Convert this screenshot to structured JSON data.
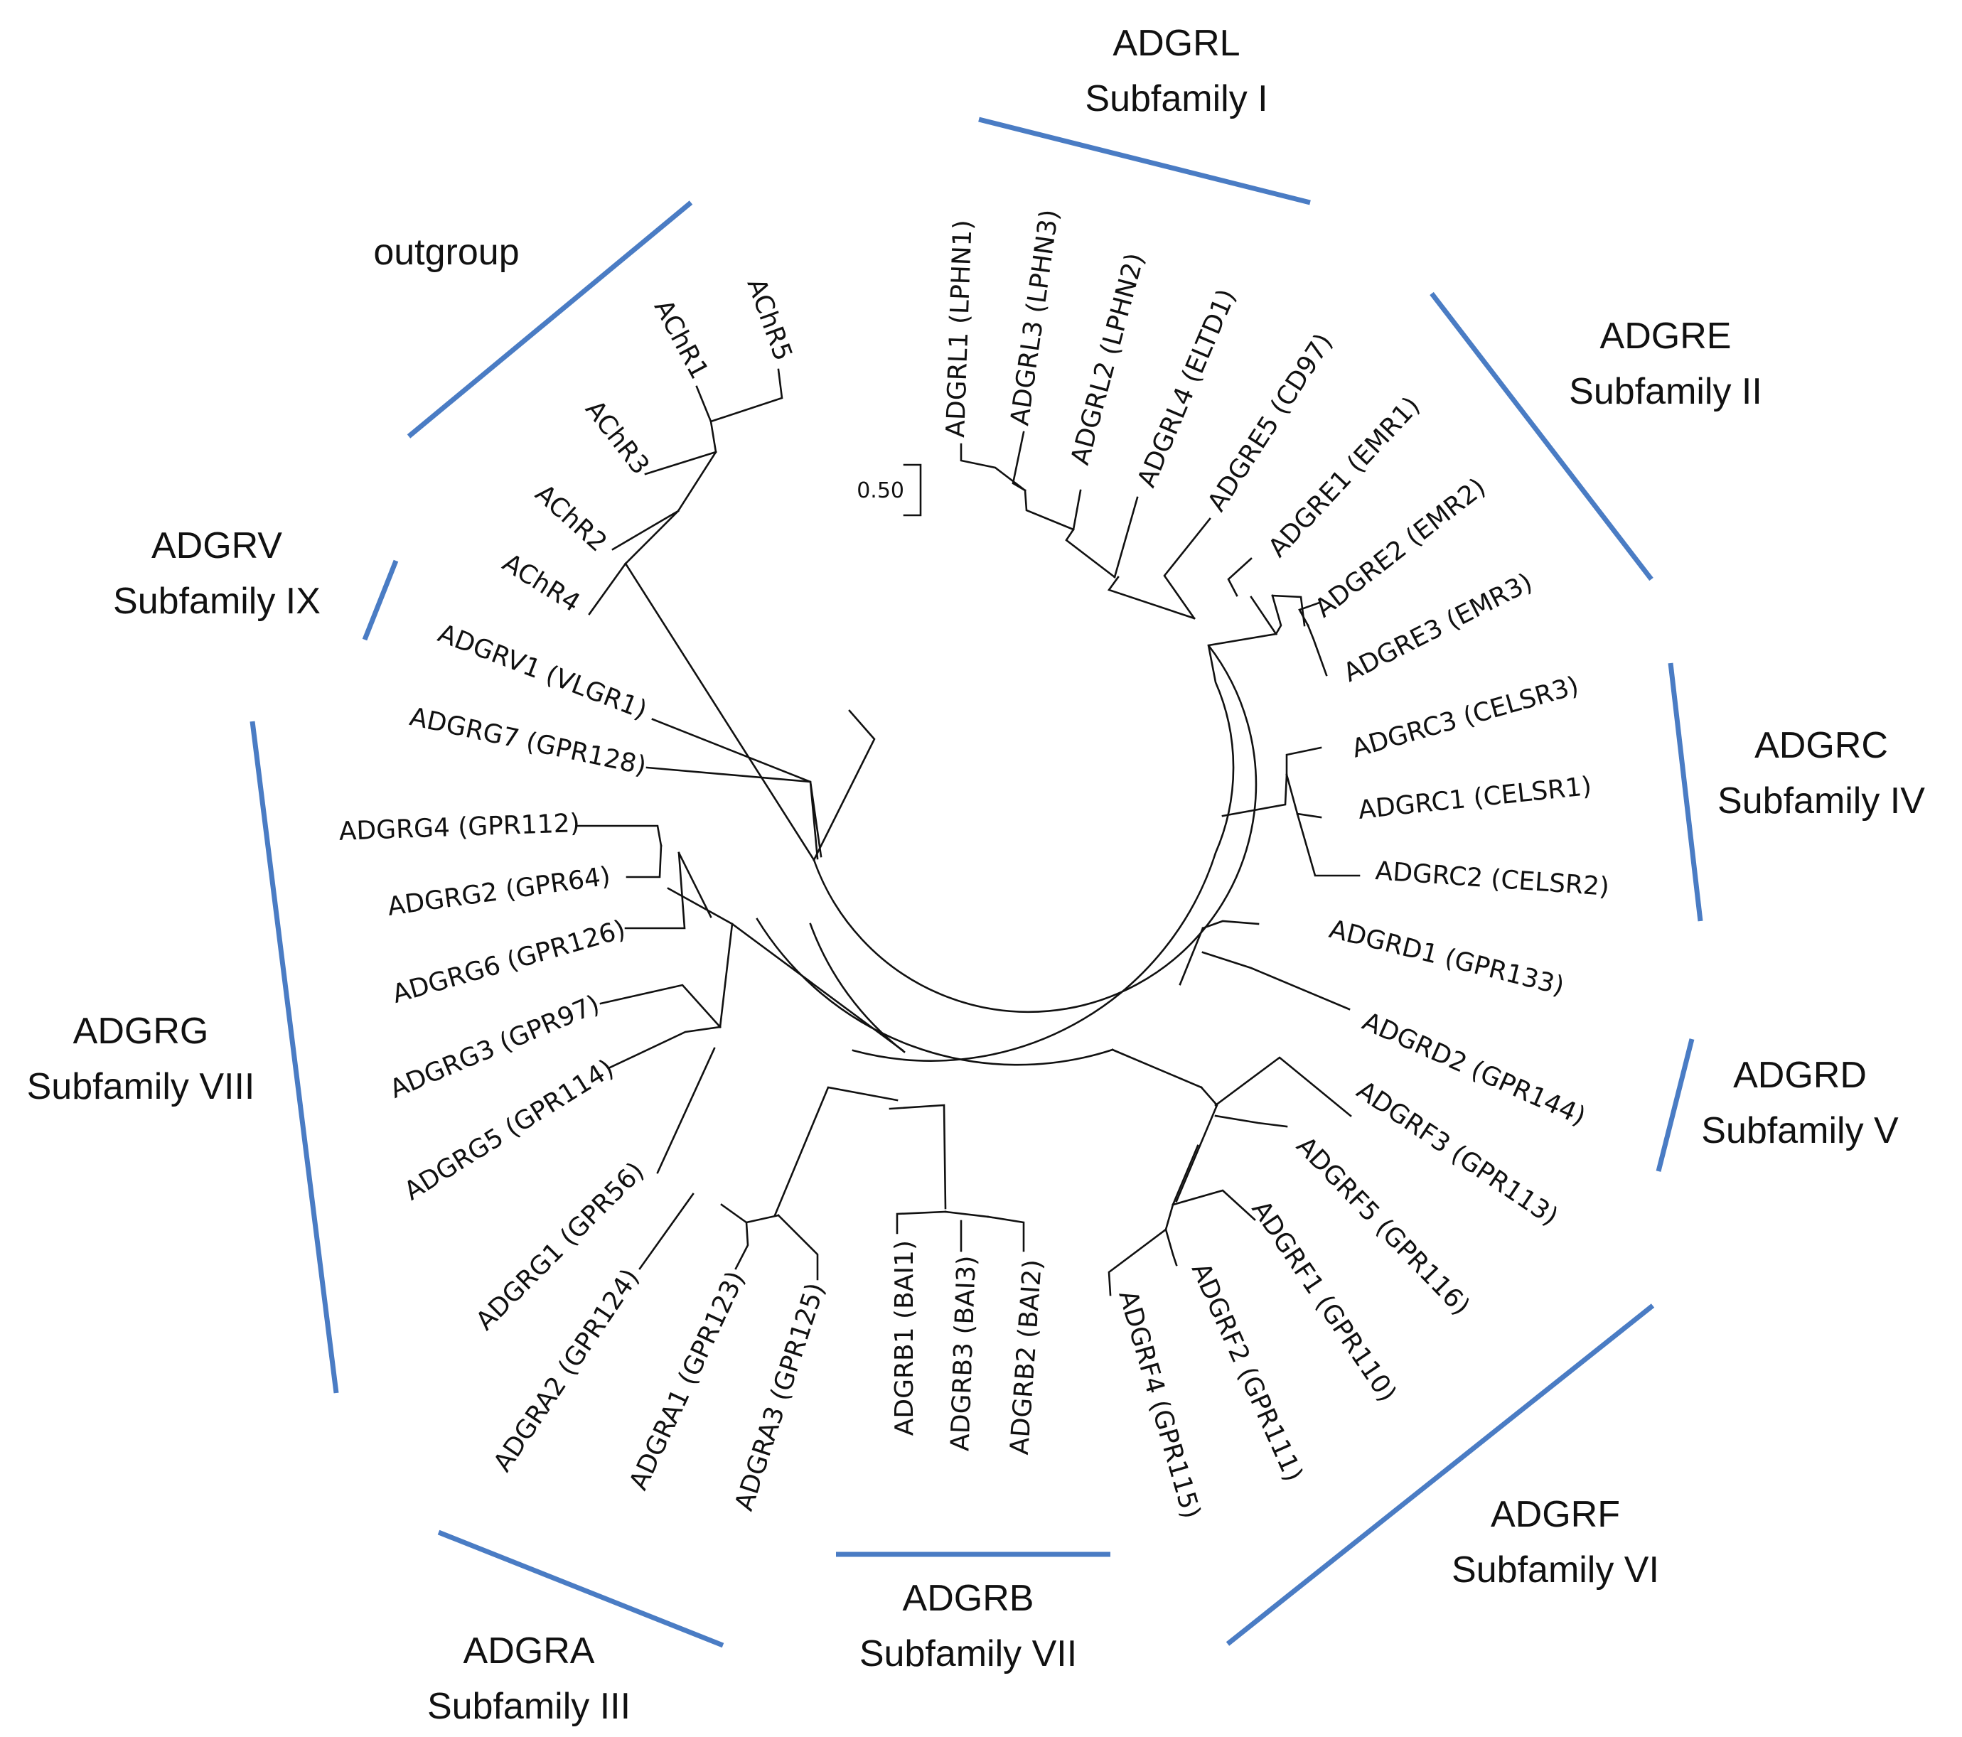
{
  "figure": {
    "scale_bar_label": "0.50",
    "clade_bar_color": "#4a7cc4",
    "branch_color": "#111111"
  },
  "taxa": [
    {
      "id": "ADGRL1",
      "label": "ADGRL1 (LPHN1)"
    },
    {
      "id": "ADGRL3",
      "label": "ADGRL3 (LPHN3)"
    },
    {
      "id": "ADGRL2",
      "label": "ADGRL2 (LPHN2)"
    },
    {
      "id": "ADGRL4",
      "label": "ADGRL4 (ELTD1)"
    },
    {
      "id": "ADGRE5",
      "label": "ADGRE5 (CD97)"
    },
    {
      "id": "ADGRE1",
      "label": "ADGRE1 (EMR1)"
    },
    {
      "id": "ADGRE2",
      "label": "ADGRE2 (EMR2)"
    },
    {
      "id": "ADGRE3",
      "label": "ADGRE3 (EMR3)"
    },
    {
      "id": "ADGRC3",
      "label": "ADGRC3 (CELSR3)"
    },
    {
      "id": "ADGRC1",
      "label": "ADGRC1 (CELSR1)"
    },
    {
      "id": "ADGRC2",
      "label": "ADGRC2 (CELSR2)"
    },
    {
      "id": "ADGRD1",
      "label": "ADGRD1 (GPR133)"
    },
    {
      "id": "ADGRD2",
      "label": "ADGRD2 (GPR144)"
    },
    {
      "id": "ADGRF3",
      "label": "ADGRF3 (GPR113)"
    },
    {
      "id": "ADGRF5",
      "label": "ADGRF5 (GPR116)"
    },
    {
      "id": "ADGRF1",
      "label": "ADGRF1 (GPR110)"
    },
    {
      "id": "ADGRF2",
      "label": "ADGRF2 (GPR111)"
    },
    {
      "id": "ADGRF4",
      "label": "ADGRF4 (GPR115)"
    },
    {
      "id": "ADGRB2",
      "label": "ADGRB2 (BAI2)"
    },
    {
      "id": "ADGRB3",
      "label": "ADGRB3 (BAI3)"
    },
    {
      "id": "ADGRB1",
      "label": "ADGRB1 (BAI1)"
    },
    {
      "id": "ADGRA3",
      "label": "ADGRA3 (GPR125)"
    },
    {
      "id": "ADGRA1",
      "label": "ADGRA1 (GPR123)"
    },
    {
      "id": "ADGRA2",
      "label": "ADGRA2 (GPR124)"
    },
    {
      "id": "ADGRG1",
      "label": "ADGRG1 (GPR56)"
    },
    {
      "id": "ADGRG5",
      "label": "ADGRG5 (GPR114)"
    },
    {
      "id": "ADGRG3",
      "label": "ADGRG3 (GPR97)"
    },
    {
      "id": "ADGRG6",
      "label": "ADGRG6 (GPR126)"
    },
    {
      "id": "ADGRG2",
      "label": "ADGRG2 (GPR64)"
    },
    {
      "id": "ADGRG4",
      "label": "ADGRG4 (GPR112)"
    },
    {
      "id": "ADGRG7",
      "label": "ADGRG7 (GPR128)"
    },
    {
      "id": "ADGRV1",
      "label": "ADGRV1 (VLGR1)"
    },
    {
      "id": "AChR4",
      "label": "AChR4"
    },
    {
      "id": "AChR2",
      "label": "AChR2"
    },
    {
      "id": "AChR3",
      "label": "AChR3"
    },
    {
      "id": "AChR1",
      "label": "AChR1"
    },
    {
      "id": "AChR5",
      "label": "AChR5"
    }
  ],
  "groups": [
    {
      "id": "outgroup",
      "lines": [
        "outgroup"
      ]
    },
    {
      "id": "adgrl",
      "lines": [
        "ADGRL",
        "Subfamily I"
      ]
    },
    {
      "id": "adgre",
      "lines": [
        "ADGRE",
        "Subfamily II"
      ]
    },
    {
      "id": "adgrc",
      "lines": [
        "ADGRC",
        "Subfamily IV"
      ]
    },
    {
      "id": "adgrd",
      "lines": [
        "ADGRD",
        "Subfamily V"
      ]
    },
    {
      "id": "adgrf",
      "lines": [
        "ADGRF",
        "Subfamily VI"
      ]
    },
    {
      "id": "adgrb",
      "lines": [
        "ADGRB",
        "Subfamily VII"
      ]
    },
    {
      "id": "adgra",
      "lines": [
        "ADGRA",
        "Subfamily III"
      ]
    },
    {
      "id": "adgrg",
      "lines": [
        "ADGRG",
        "Subfamily VIII"
      ]
    },
    {
      "id": "adgrv",
      "lines": [
        "ADGRV",
        "Subfamily IX"
      ]
    }
  ]
}
